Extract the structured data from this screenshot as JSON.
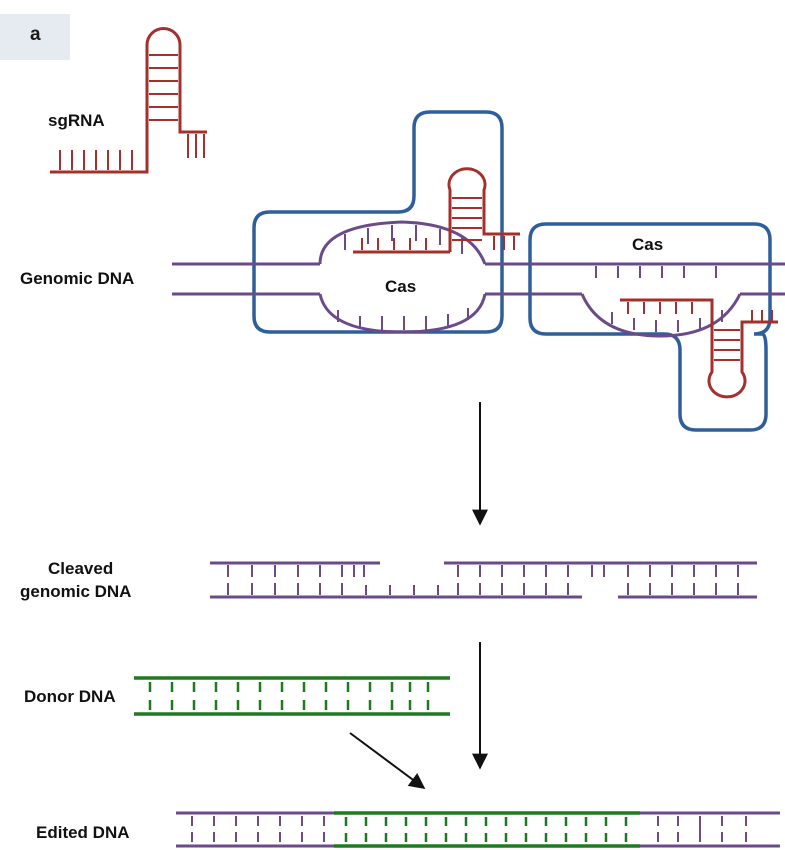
{
  "panel_label": "a",
  "labels": {
    "sgrna": "sgRNA",
    "genomic_dna": "Genomic DNA",
    "cas_left": "Cas",
    "cas_right": "Cas",
    "cleaved_line1": "Cleaved",
    "cleaved_line2": "genomic DNA",
    "donor_dna": "Donor DNA",
    "edited_dna": "Edited DNA"
  },
  "colors": {
    "dna": "#6b4a8a",
    "rna": "#a3302d",
    "cas_outline": "#2e5f9a",
    "donor": "#1f7a1f",
    "arrow": "#111111"
  }
}
